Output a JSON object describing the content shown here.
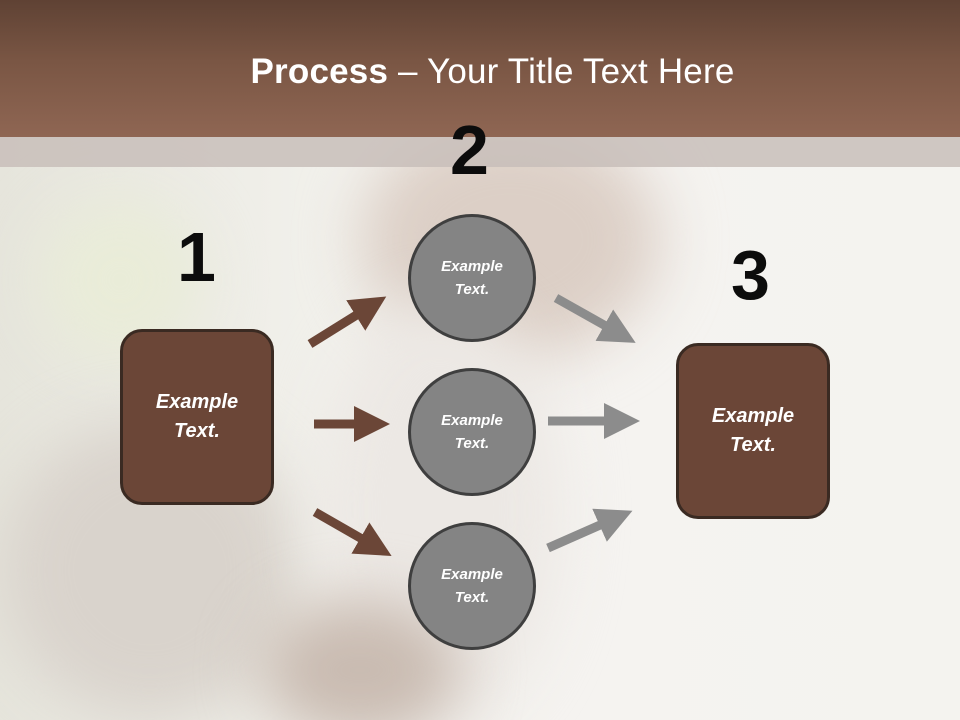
{
  "slide": {
    "title_bold": "Process",
    "title_rest": " – Your Title Text Here",
    "numbers": [
      "1",
      "2",
      "3"
    ],
    "left_box_text": [
      "Example",
      "Text."
    ],
    "right_box_text": [
      "Example",
      "Text."
    ],
    "circles": [
      {
        "line1": "Example",
        "line2": "Text."
      },
      {
        "line1": "Example",
        "line2": "Text."
      },
      {
        "line1": "Example",
        "line2": "Text."
      }
    ]
  },
  "colors": {
    "header": "#7a5644",
    "box_fill": "#6b4637",
    "circle_fill": "#848484",
    "arrow_brown": "#6b4637",
    "arrow_gray": "#8c8c8c"
  }
}
